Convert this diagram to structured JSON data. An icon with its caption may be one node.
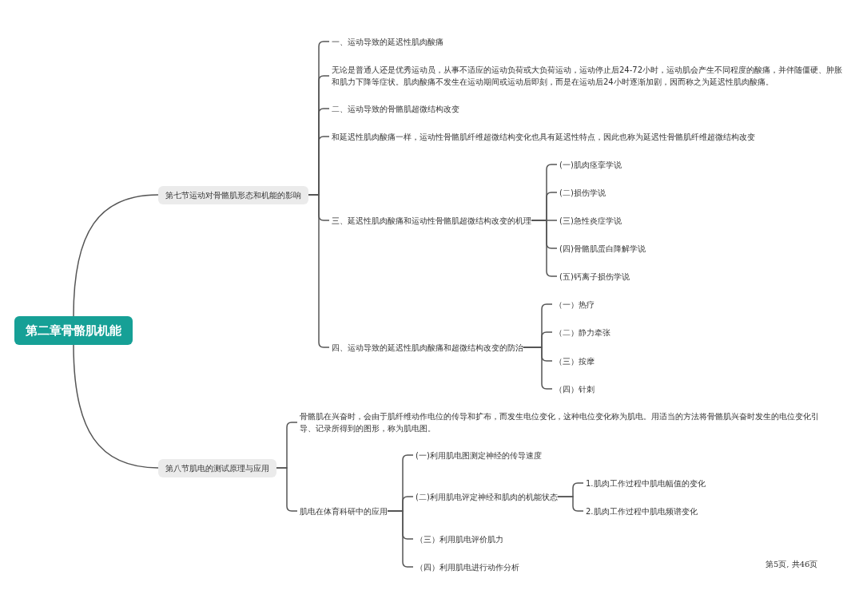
{
  "diagram": {
    "nodes": [
      {
        "text": [
          "第二章骨骼肌机能"
        ]
      },
      {
        "text": [
          "第七节运动对骨骼肌形态和机能的影响"
        ]
      },
      {
        "text": [
          "一、运动导致的延迟性肌肉酸痛"
        ]
      },
      {
        "text": [
          "无论是普通人还是优秀运动员，从事不适应的运动负荷或大负荷运动，运动停止后24-72小时，运动肌会产生不同程度的酸痛，并伴随僵硬、肿胀和肌力下降等症状。肌肉酸痛不发生在运动期间或运动后即刻，而是在运动后24小时逐渐加剧，因而称之为延迟性肌肉酸痛。"
        ]
      },
      {
        "text": [
          "二、运动导致的骨骼肌超微结构改变"
        ]
      },
      {
        "text": [
          "和延迟性肌肉酸痛一样，运动性骨骼肌纤维超微结构变化也具有延迟性特点，因此也称为延迟性骨骼肌纤维超微结构改变"
        ]
      },
      {
        "text": [
          "三、延迟性肌肉酸痛和运动性骨骼肌超微结构改变的机理"
        ]
      },
      {
        "text": [
          "(一)肌肉痉挛学说"
        ]
      },
      {
        "text": [
          "(二)损伤学说"
        ]
      },
      {
        "text": [
          "(三)急性炎症学说"
        ]
      },
      {
        "text": [
          "(四)骨骼肌蛋白降解学说"
        ]
      },
      {
        "text": [
          "(五)钙离子损伤学说"
        ]
      },
      {
        "text": [
          "四、运动导致的延迟性肌肉酸痛和超微结构改变的防治"
        ]
      },
      {
        "text": [
          "（一）热疗"
        ]
      },
      {
        "text": [
          "（二）静力牵张"
        ]
      },
      {
        "text": [
          "（三）按摩"
        ]
      },
      {
        "text": [
          "（四）针刺"
        ]
      },
      {
        "text": [
          "第八节肌电的测试原理与应用"
        ]
      },
      {
        "text": [
          "骨骼肌在兴奋时，会由于肌纤维动作电位的传导和扩布，而发生电位变化，这种电位变化称为肌电。用适当的方法将骨骼肌兴奋时发生的电位变化引导、记录所得到的图形，称为肌电图。"
        ]
      },
      {
        "text": [
          "肌电在体育科研中的应用"
        ]
      },
      {
        "text": [
          "(一)利用肌电图测定神经的传导速度"
        ]
      },
      {
        "text": [
          "(二)利用肌电评定神经和肌肉的机能状态"
        ]
      },
      {
        "text": [
          "1.肌肉工作过程中肌电幅值的变化"
        ]
      },
      {
        "text": [
          "2.肌肉工作过程中肌电频谱变化"
        ]
      },
      {
        "text": [
          "（三）利用肌电评价肌力"
        ]
      },
      {
        "text": [
          "（四）利用肌电进行动作分析"
        ]
      }
    ],
    "edges": [
      {
        "from": 0,
        "to": 1,
        "arrow": "none"
      },
      {
        "from": 0,
        "to": 17,
        "arrow": "none"
      },
      {
        "from": 1,
        "to": 2,
        "arrow": "none"
      },
      {
        "from": 1,
        "to": 3,
        "arrow": "none"
      },
      {
        "from": 1,
        "to": 4,
        "arrow": "none"
      },
      {
        "from": 1,
        "to": 5,
        "arrow": "none"
      },
      {
        "from": 1,
        "to": 6,
        "arrow": "none"
      },
      {
        "from": 1,
        "to": 12,
        "arrow": "none"
      },
      {
        "from": 6,
        "to": 7,
        "arrow": "none"
      },
      {
        "from": 6,
        "to": 8,
        "arrow": "none"
      },
      {
        "from": 6,
        "to": 9,
        "arrow": "none"
      },
      {
        "from": 6,
        "to": 10,
        "arrow": "none"
      },
      {
        "from": 6,
        "to": 11,
        "arrow": "none"
      },
      {
        "from": 12,
        "to": 13,
        "arrow": "none"
      },
      {
        "from": 12,
        "to": 14,
        "arrow": "none"
      },
      {
        "from": 12,
        "to": 15,
        "arrow": "none"
      },
      {
        "from": 12,
        "to": 16,
        "arrow": "none"
      },
      {
        "from": 17,
        "to": 18,
        "arrow": "none"
      },
      {
        "from": 17,
        "to": 19,
        "arrow": "none"
      },
      {
        "from": 19,
        "to": 20,
        "arrow": "none"
      },
      {
        "from": 19,
        "to": 21,
        "arrow": "none"
      },
      {
        "from": 21,
        "to": 22,
        "arrow": "none"
      },
      {
        "from": 21,
        "to": 23,
        "arrow": "none"
      },
      {
        "from": 19,
        "to": 24,
        "arrow": "none"
      },
      {
        "from": 19,
        "to": 25,
        "arrow": "none"
      }
    ],
    "labels": [
      "第5页, 共46页"
    ]
  }
}
